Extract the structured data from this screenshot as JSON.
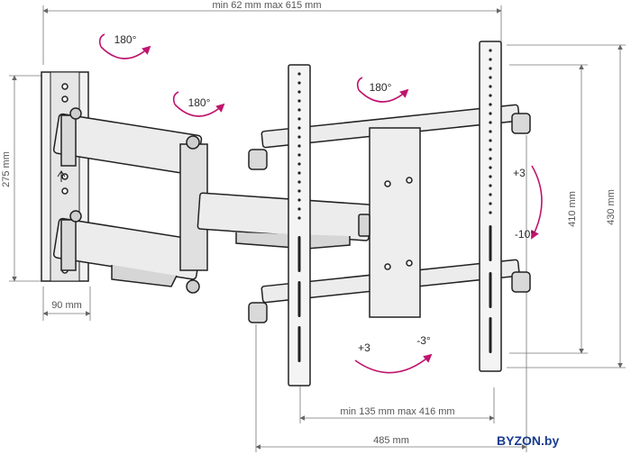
{
  "dimensions": {
    "depth": "min 62 mm max 615 mm",
    "wall_plate_height": "275 mm",
    "wall_plate_width": "90 mm",
    "vesa_height_min": "410 mm",
    "vesa_height_max": "430 mm",
    "vesa_width": "min 135 mm max 416 mm",
    "total_width": "485 mm"
  },
  "rotations": {
    "swivel_wall": "180°",
    "swivel_arm": "180°",
    "swivel_head": "180°",
    "tilt_up": "+3",
    "tilt_down": "-10°",
    "roll_left": "+3",
    "roll_right": "-3°"
  },
  "brand": {
    "name": "BYZON.by",
    "color": "#1a3d8f",
    "accent": "#c0146e"
  }
}
